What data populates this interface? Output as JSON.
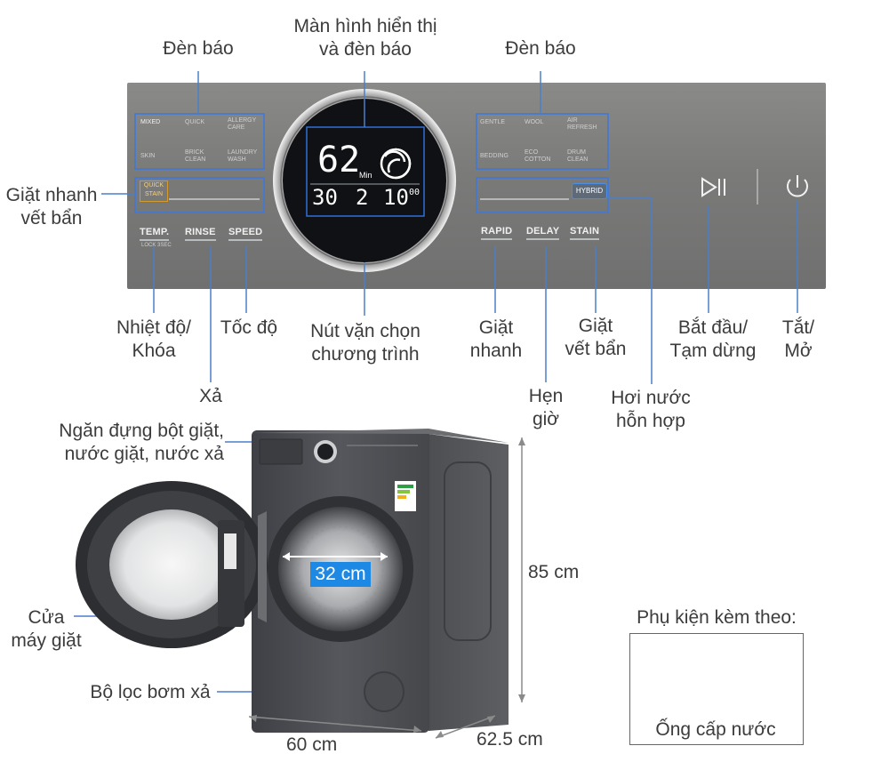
{
  "labels": {
    "den_bao_left": "Đèn báo",
    "man_hinh_1": "Màn hình hiển thị",
    "man_hinh_2": "và đèn báo",
    "den_bao_right": "Đèn báo",
    "giat_nhanh_vet_ban_1": "Giặt nhanh",
    "giat_nhanh_vet_ban_2": "vết bẩn",
    "nhiet_do_1": "Nhiệt độ/",
    "nhiet_do_2": "Khóa",
    "toc_do": "Tốc độ",
    "xa": "Xả",
    "nut_van_1": "Nút vặn chọn",
    "nut_van_2": "chương trình",
    "giat_nhanh_1": "Giặt",
    "giat_nhanh_2": "nhanh",
    "giat_vet_ban_1": "Giặt",
    "giat_vet_ban_2": "vết bẩn",
    "hen_gio_1": "Hẹn",
    "hen_gio_2": "giờ",
    "hoi_nuoc_1": "Hơi nước",
    "hoi_nuoc_2": "hỗn hợp",
    "bat_dau_1": "Bắt đầu/",
    "bat_dau_2": "Tạm dừng",
    "tat_mo_1": "Tắt/",
    "tat_mo_2": "Mở",
    "ngan_dung_1": "Ngăn đựng bột giặt,",
    "ngan_dung_2": "nước giặt, nước xả",
    "cua_1": "Cửa",
    "cua_2": "máy giặt",
    "bo_loc": "Bộ lọc bơm xả",
    "phu_kien": "Phụ kiện kèm theo:",
    "ong_cap": "Ống cấp nước"
  },
  "dimensions": {
    "drum": "32 cm",
    "height": "85 cm",
    "width": "60 cm",
    "depth": "62.5 cm"
  },
  "panel": {
    "buttons_left": [
      "TEMP.",
      "RINSE",
      "SPEED"
    ],
    "temp_sub": "LOCK 3SEC",
    "buttons_right": [
      "RAPID",
      "DELAY",
      "STAIN"
    ],
    "programs_left": [
      "MIXED",
      "QUICK",
      "ALLERGY CARE",
      "SKIN",
      "BRICK CLEAN",
      "LAUNDRY WASH"
    ],
    "programs_right": [
      "GENTLE",
      "WOOL",
      "AIR REFRESH",
      "BEDDING",
      "ECO COTTON",
      "DRUM CLEAN"
    ],
    "quick_stain": "QUICK STAIN",
    "hybrid": "HYBRID",
    "display_main": "62",
    "display_unit": "Min",
    "display_sub1": "30",
    "display_sub2": "2",
    "display_sub3": "10",
    "display_sub3_small": "00"
  },
  "colors": {
    "accent": "#1e88e5",
    "panel": "#7b7c7b",
    "pointer": "#4a7fc9",
    "machine": "#4d4f53"
  }
}
